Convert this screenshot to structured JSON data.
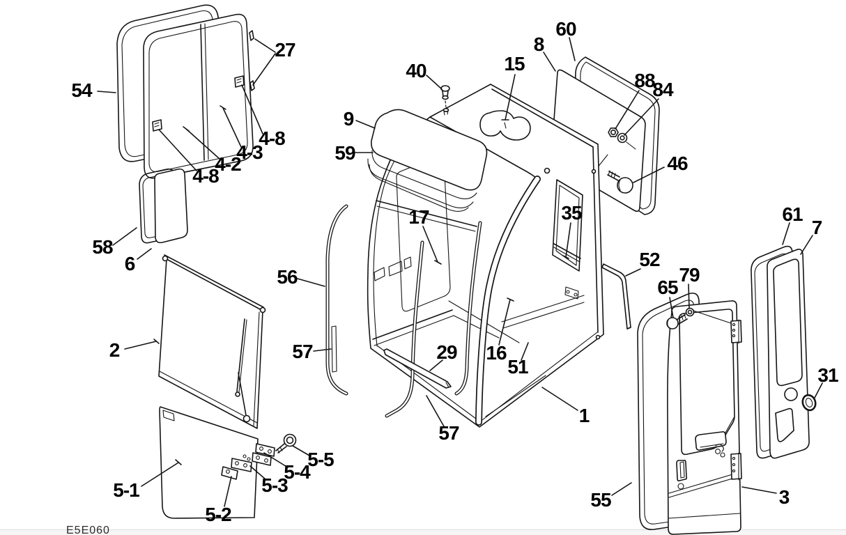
{
  "figure": {
    "code": "E5E060"
  },
  "diagram": {
    "part_labels": [
      {
        "id": "54",
        "text": "54"
      },
      {
        "id": "27",
        "text": "27"
      },
      {
        "id": "4-8-a",
        "text": "4-8"
      },
      {
        "id": "4-3",
        "text": "4-3"
      },
      {
        "id": "4-2",
        "text": "4-2"
      },
      {
        "id": "4-8-b",
        "text": "4-8"
      },
      {
        "id": "58",
        "text": "58"
      },
      {
        "id": "6",
        "text": "6"
      },
      {
        "id": "2",
        "text": "2"
      },
      {
        "id": "5-1",
        "text": "5-1"
      },
      {
        "id": "5-2",
        "text": "5-2"
      },
      {
        "id": "5-3",
        "text": "5-3"
      },
      {
        "id": "5-4",
        "text": "5-4"
      },
      {
        "id": "5-5",
        "text": "5-5"
      },
      {
        "id": "40",
        "text": "40"
      },
      {
        "id": "15",
        "text": "15"
      },
      {
        "id": "9",
        "text": "9"
      },
      {
        "id": "59",
        "text": "59"
      },
      {
        "id": "17",
        "text": "17"
      },
      {
        "id": "56",
        "text": "56"
      },
      {
        "id": "57-a",
        "text": "57"
      },
      {
        "id": "57-b",
        "text": "57"
      },
      {
        "id": "29",
        "text": "29"
      },
      {
        "id": "16",
        "text": "16"
      },
      {
        "id": "51",
        "text": "51"
      },
      {
        "id": "35",
        "text": "35"
      },
      {
        "id": "1",
        "text": "1"
      },
      {
        "id": "8",
        "text": "8"
      },
      {
        "id": "60",
        "text": "60"
      },
      {
        "id": "88",
        "text": "88"
      },
      {
        "id": "84",
        "text": "84"
      },
      {
        "id": "46",
        "text": "46"
      },
      {
        "id": "52",
        "text": "52"
      },
      {
        "id": "65",
        "text": "65"
      },
      {
        "id": "79",
        "text": "79"
      },
      {
        "id": "61",
        "text": "61"
      },
      {
        "id": "7",
        "text": "7"
      },
      {
        "id": "31",
        "text": "31"
      },
      {
        "id": "55",
        "text": "55"
      },
      {
        "id": "3",
        "text": "3"
      }
    ]
  }
}
